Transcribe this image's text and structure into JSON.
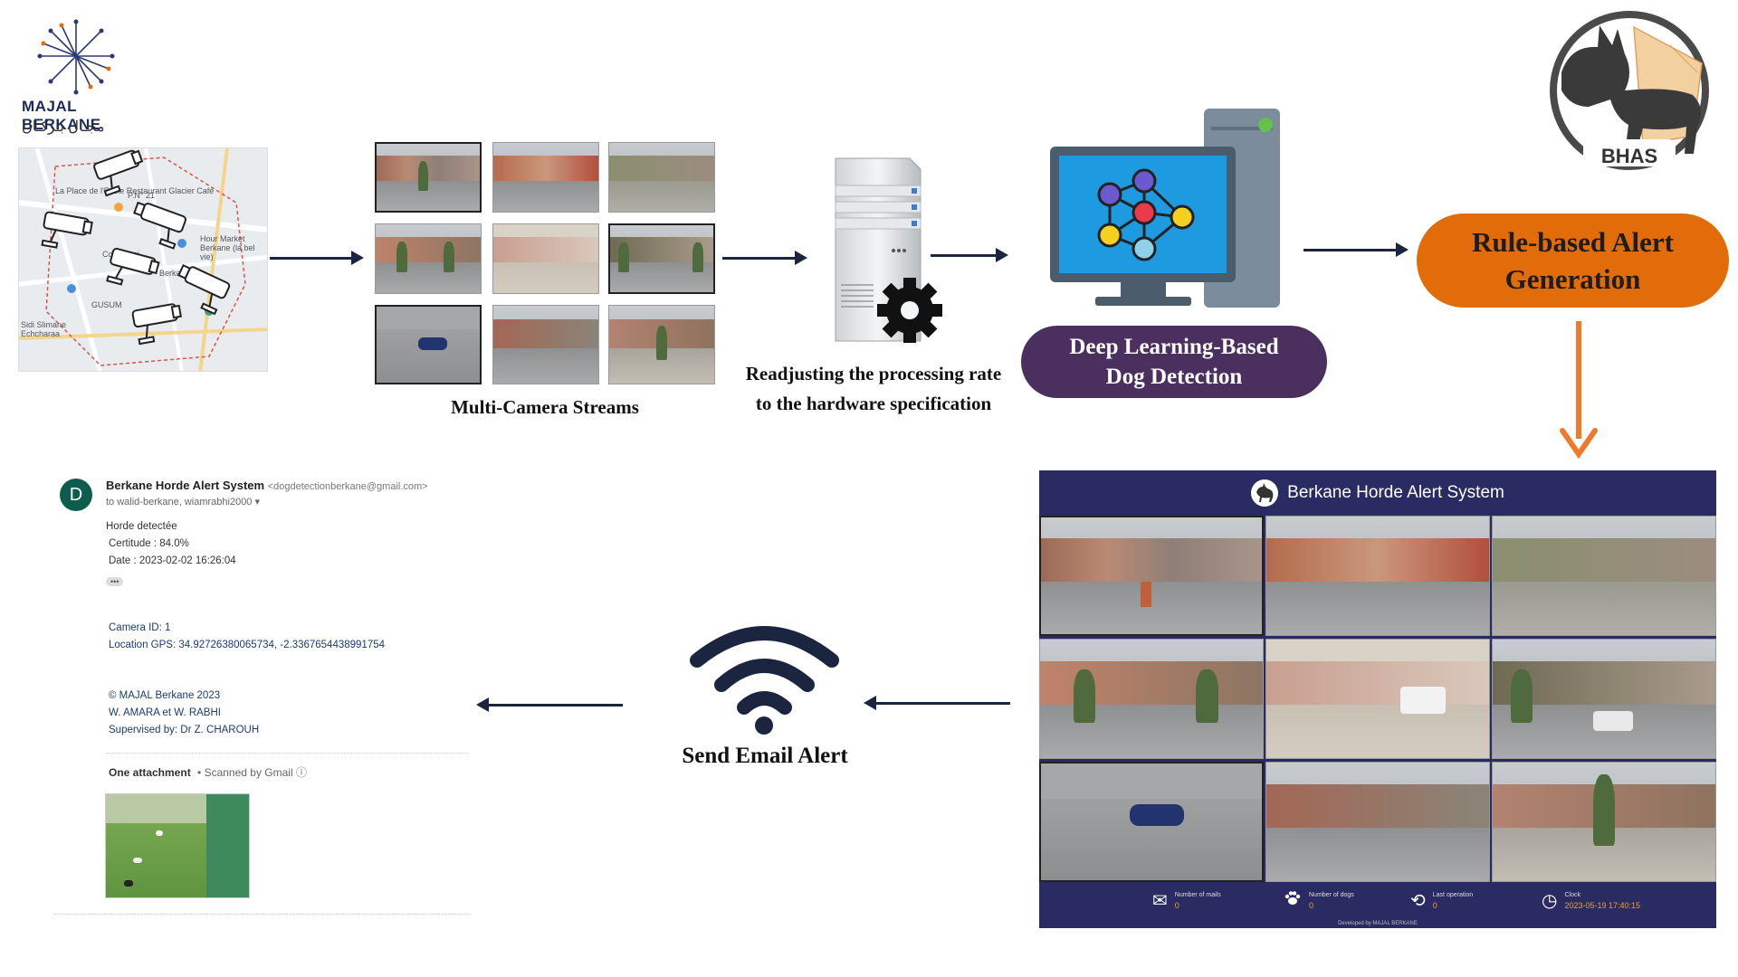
{
  "logo": {
    "brand_line1": "MAJAL BERKANE",
    "brand_line2": "مجـال بـركـان",
    "colors": {
      "majal": "#1a2a5c",
      "berkane": "#e36c0a"
    }
  },
  "badge": {
    "label": "BHAS"
  },
  "map": {
    "labels": [
      "La Place de l'Ecole Restaurant Glacier Café",
      "Hour Market Berkane (la bel vie)",
      "Commerci",
      "Berkane",
      "Sidi Slimane Echcharaa",
      "P.N° 21",
      "GUSUM"
    ]
  },
  "stages": {
    "streams_caption": "Multi-Camera Streams",
    "processing_caption_line1": "Readjusting the processing rate",
    "processing_caption_line2": "to the hardware specification",
    "detection_line1": "Deep Learning-Based",
    "detection_line2": "Dog Detection",
    "alert_line1": "Rule-based Alert",
    "alert_line2": "Generation",
    "send_caption": "Send Email Alert"
  },
  "dashboard": {
    "title": "Berkane Horde Alert System",
    "stats": [
      {
        "icon": "mail-icon",
        "label": "Number of mails",
        "value": "0"
      },
      {
        "icon": "paw-icon",
        "label": "Number of dogs",
        "value": "0"
      },
      {
        "icon": "history-icon",
        "label": "Last operation",
        "value": "0"
      },
      {
        "icon": "clock-icon",
        "label": "Clock",
        "value": "2023-05-19 17:40:15"
      }
    ],
    "credit": "Developed by MAJAL BERKANE"
  },
  "email": {
    "avatar_letter": "D",
    "sender_name": "Berkane Horde Alert System",
    "sender_email": "<dogdetectionberkane@gmail.com>",
    "to": "to walid-berkane, wiamrabhi2000 ▾",
    "line_subject": "Horde detectée",
    "line_certitude": "Certitude : 84.0%",
    "line_date": "Date : 2023-02-02 16:26:04",
    "ellipsis": "•••",
    "camera_id": "Camera ID: 1",
    "gps": "Location GPS: 34.92726380065734, -2.3367654438991754",
    "copyright": "© MAJAL Berkane 2023",
    "authors": "W. AMARA et W. RABHI",
    "supervisor": "Supervised by: Dr Z. CHAROUH",
    "attachment": "One attachment",
    "scanned": "• Scanned by Gmail ⓘ"
  }
}
